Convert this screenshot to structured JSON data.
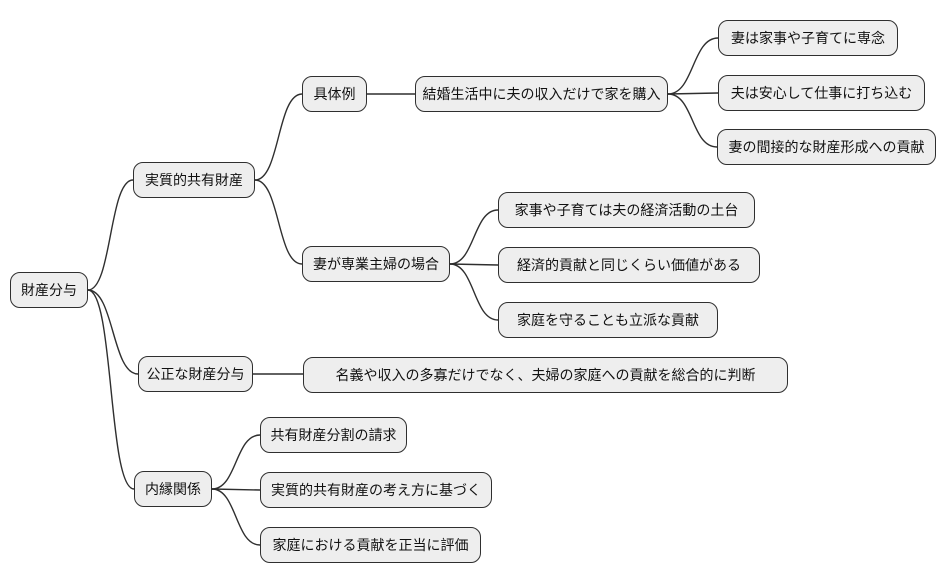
{
  "tree": {
    "label": "財産分与",
    "children": [
      {
        "label": "実質的共有財産",
        "children": [
          {
            "label": "具体例",
            "children": [
              {
                "label": "結婚生活中に夫の収入だけで家を購入",
                "children": [
                  {
                    "label": "妻は家事や子育てに専念"
                  },
                  {
                    "label": "夫は安心して仕事に打ち込む"
                  },
                  {
                    "label": "妻の間接的な財産形成への貢献"
                  }
                ]
              }
            ]
          },
          {
            "label": "妻が専業主婦の場合",
            "children": [
              {
                "label": "家事や子育ては夫の経済活動の土台"
              },
              {
                "label": "経済的貢献と同じくらい価値がある"
              },
              {
                "label": "家庭を守ることも立派な貢献"
              }
            ]
          }
        ]
      },
      {
        "label": "公正な財産分与",
        "children": [
          {
            "label": "名義や収入の多寡だけでなく、夫婦の家庭への貢献を総合的に判断"
          }
        ]
      },
      {
        "label": "内縁関係",
        "children": [
          {
            "label": "共有財産分割の請求"
          },
          {
            "label": "実質的共有財産の考え方に基づく"
          },
          {
            "label": "家庭における貢献を正当に評価"
          }
        ]
      }
    ]
  },
  "style": {
    "node_fill": "#eeeeee",
    "node_border": "#2f2f2f",
    "edge_color": "#2f2f2f",
    "text_color": "#111111",
    "background": "#ffffff"
  }
}
